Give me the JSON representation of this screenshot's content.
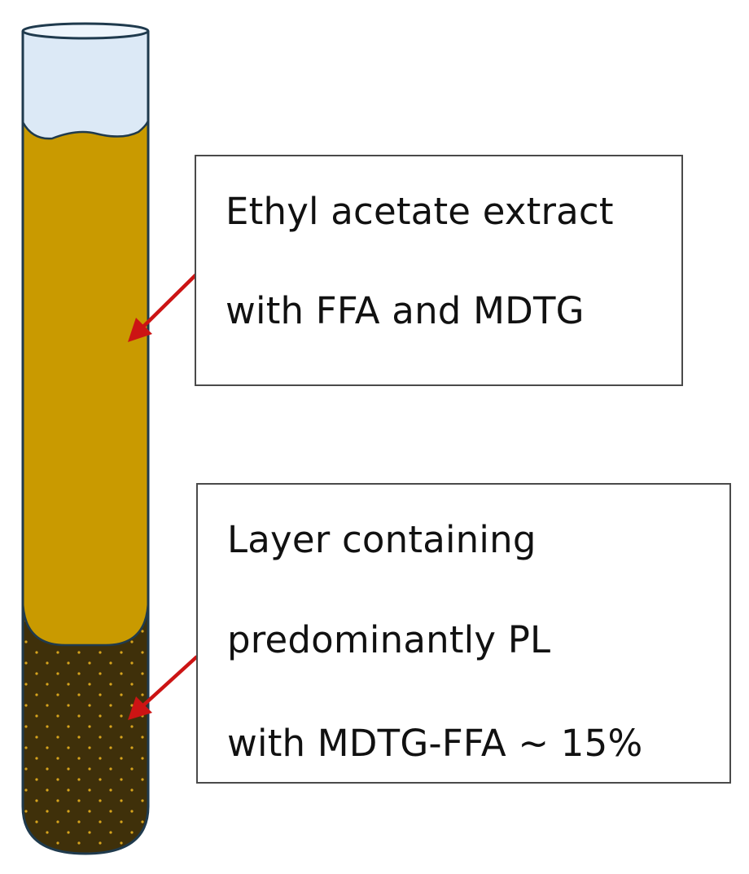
{
  "colors": {
    "headspace": "#dce9f6",
    "extract": "#c99a00",
    "sediment": "#3f300a",
    "sediment_dots": "#d7a41d",
    "outline": "#1f3a4d",
    "arrow": "#cc1414"
  },
  "labels": {
    "extract": {
      "line1": "Ethyl acetate extract",
      "line2": "with FFA and MDTG"
    },
    "sediment": {
      "line1": "Layer containing",
      "line2": "predominantly PL",
      "line3": "with MDTG-FFA ~ 15%"
    }
  }
}
